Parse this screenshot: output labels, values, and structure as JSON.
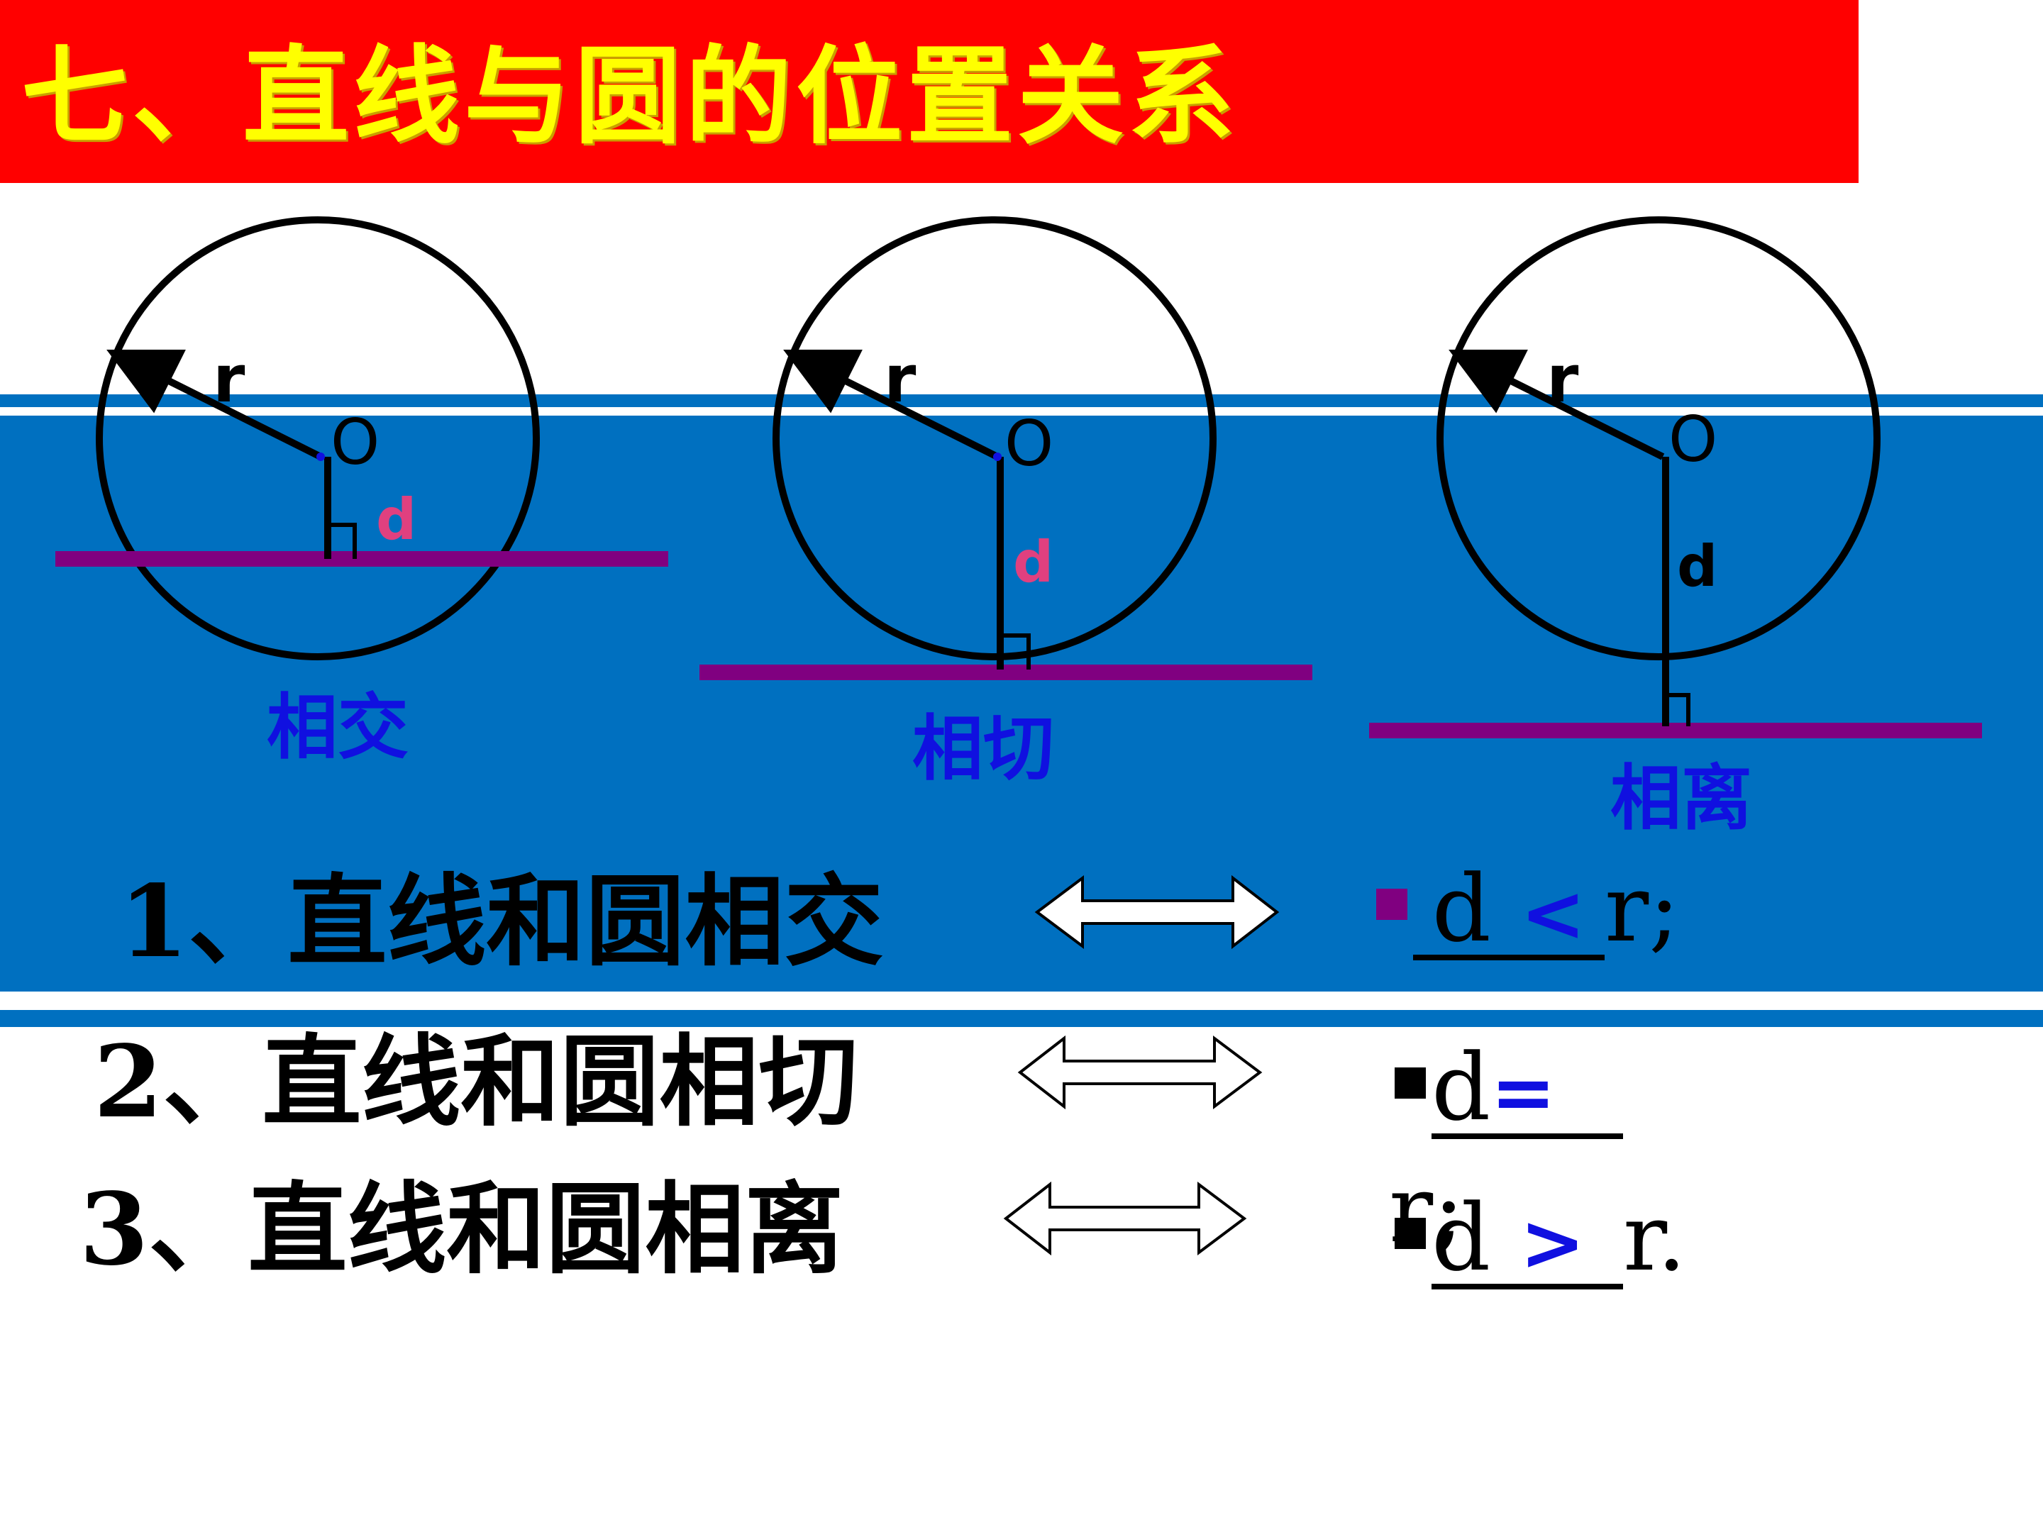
{
  "title": "七、直线与圆的位置关系",
  "colors": {
    "title_bg": "#ff0000",
    "title_text": "#ffff00",
    "band": "#0070c0",
    "line": "#800080",
    "relation_label": "#1010e0",
    "d_pink": "#e0407f",
    "bullet_1": "#800080",
    "bullet_2": "#000000"
  },
  "diagrams": [
    {
      "r_label": "r",
      "center_label": "O",
      "d_label": "d",
      "relation": "相交"
    },
    {
      "r_label": "r",
      "center_label": "O",
      "d_label": "d",
      "relation": "相切"
    },
    {
      "r_label": "r",
      "center_label": "O",
      "d_label": "d",
      "relation": "相离"
    }
  ],
  "statements": [
    {
      "text": "1、直线和圆相交",
      "lhs": "d",
      "symbol": "<",
      "rhs": "r;"
    },
    {
      "text": "2、直线和圆相切",
      "lhs": "d",
      "symbol": "=",
      "rhs": "r;"
    },
    {
      "text": "3、直线和圆相离",
      "lhs": "d",
      "symbol": ">",
      "rhs": "r."
    }
  ],
  "icons": [
    "double-arrow-icon",
    "bullet-square-icon",
    "right-angle-mark-icon"
  ]
}
